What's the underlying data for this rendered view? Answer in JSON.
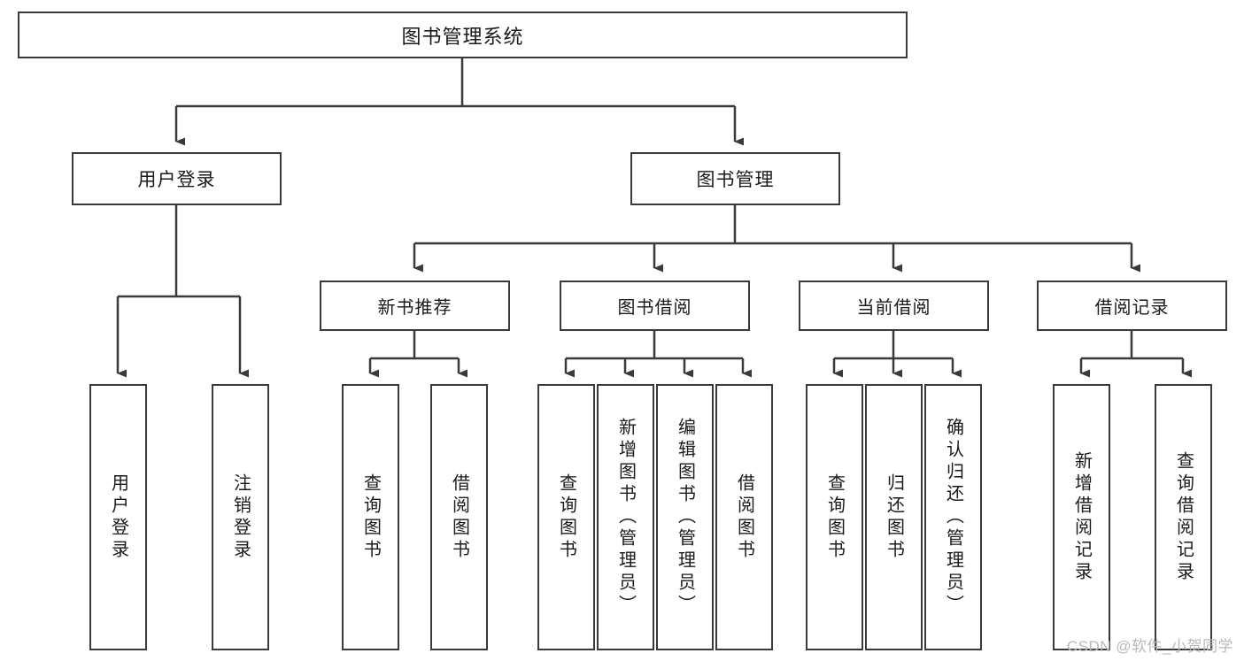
{
  "diagram": {
    "title": "图书管理系统",
    "type": "tree-hierarchy",
    "watermark": "CSDN @软件_小贺同学",
    "colors": {
      "border": "#3a3a3a",
      "fill": "#ffffff",
      "text": "#1a1a1a",
      "watermark": "#b9b9b9"
    },
    "root": {
      "label": "图书管理系统"
    },
    "level1": [
      {
        "label": "用户登录"
      },
      {
        "label": "图书管理"
      }
    ],
    "level2": [
      {
        "label": "新书推荐"
      },
      {
        "label": "图书借阅"
      },
      {
        "label": "当前借阅"
      },
      {
        "label": "借阅记录"
      }
    ],
    "leaves": {
      "user_login": [
        {
          "label": "用户登录"
        },
        {
          "label": "注销登录"
        }
      ],
      "new_book_recommend": [
        {
          "label": "查询图书"
        },
        {
          "label": "借阅图书"
        }
      ],
      "book_borrow": [
        {
          "label": "查询图书"
        },
        {
          "label": "新增图书（管理员）"
        },
        {
          "label": "编辑图书（管理员）"
        },
        {
          "label": "借阅图书"
        }
      ],
      "current_borrow": [
        {
          "label": "查询图书"
        },
        {
          "label": "归还图书"
        },
        {
          "label": "确认归还（管理员）"
        }
      ],
      "borrow_record": [
        {
          "label": "新增借阅记录"
        },
        {
          "label": "查询借阅记录"
        }
      ]
    }
  }
}
